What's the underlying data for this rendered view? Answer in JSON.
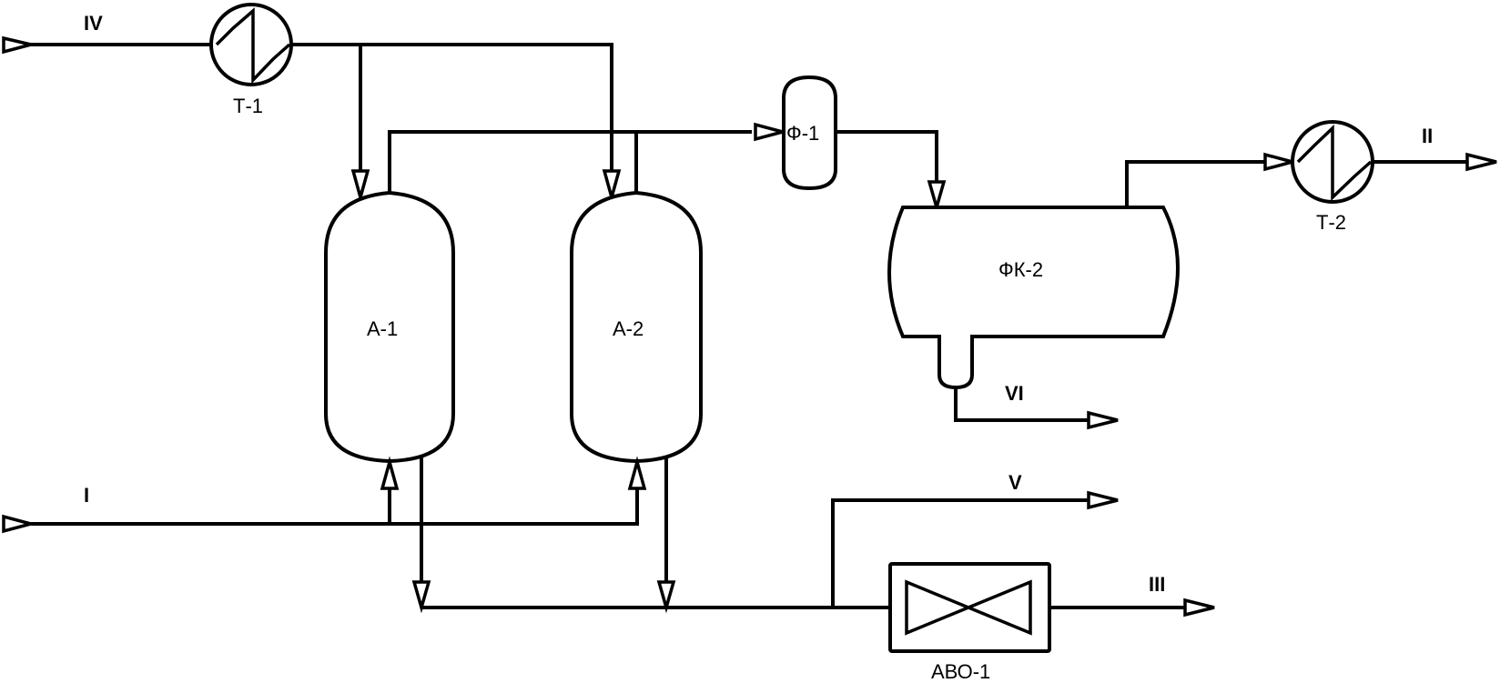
{
  "diagram": {
    "type": "process-flow-diagram",
    "colors": {
      "line": "#000000",
      "background": "#ffffff"
    },
    "equipment": {
      "t1": {
        "label": "Т-1",
        "kind": "heat-exchanger"
      },
      "t2": {
        "label": "Т-2",
        "kind": "heat-exchanger"
      },
      "a1": {
        "label": "А-1",
        "kind": "adsorber"
      },
      "a2": {
        "label": "А-2",
        "kind": "adsorber"
      },
      "f1": {
        "label": "Ф-1",
        "kind": "filter"
      },
      "fk2": {
        "label": "ФК-2",
        "kind": "separator"
      },
      "avo1": {
        "label": "АВО-1",
        "kind": "air-cooler"
      }
    },
    "streams": {
      "s1": "I",
      "s2": "II",
      "s3": "III",
      "s4": "IV",
      "s5": "V",
      "s6": "VI"
    }
  }
}
